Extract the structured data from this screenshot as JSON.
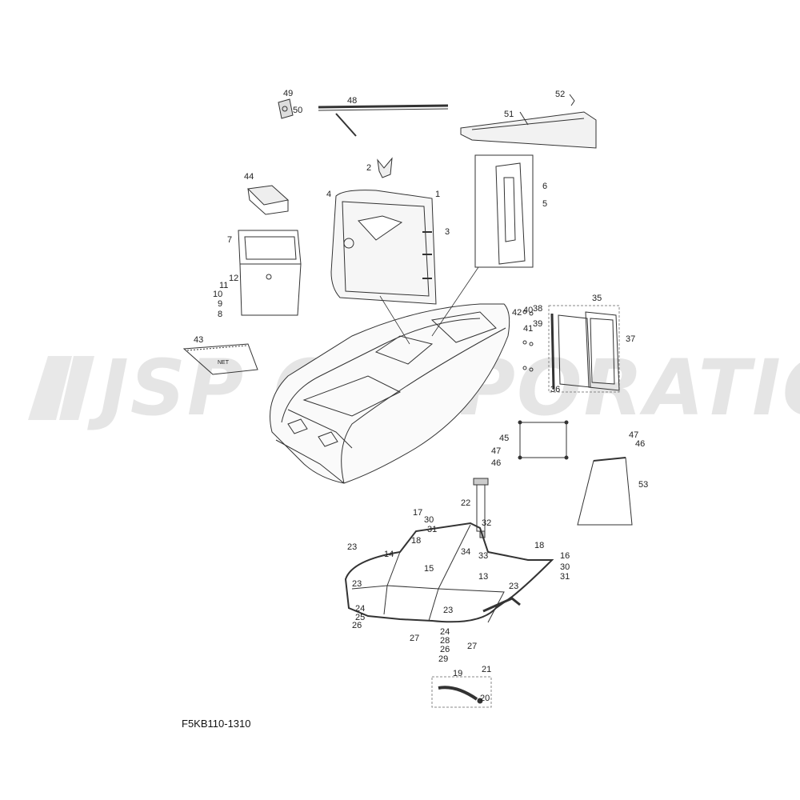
{
  "diagram_code": "F5KB110-1310",
  "watermark": {
    "text": "JSP CORPORATION",
    "color": "#c8c8c8"
  },
  "net_label": "NET",
  "callouts": [
    {
      "id": "c1",
      "text": "1"
    },
    {
      "id": "c2",
      "text": "2"
    },
    {
      "id": "c3",
      "text": "3"
    },
    {
      "id": "c4",
      "text": "4"
    },
    {
      "id": "c5",
      "text": "5"
    },
    {
      "id": "c6",
      "text": "6"
    },
    {
      "id": "c7",
      "text": "7"
    },
    {
      "id": "c8",
      "text": "8"
    },
    {
      "id": "c9",
      "text": "9"
    },
    {
      "id": "c10",
      "text": "10"
    },
    {
      "id": "c11",
      "text": "11"
    },
    {
      "id": "c12",
      "text": "12"
    },
    {
      "id": "c13",
      "text": "13"
    },
    {
      "id": "c14",
      "text": "14"
    },
    {
      "id": "c15",
      "text": "15"
    },
    {
      "id": "c16",
      "text": "16"
    },
    {
      "id": "c17",
      "text": "17"
    },
    {
      "id": "c18a",
      "text": "18"
    },
    {
      "id": "c18b",
      "text": "18"
    },
    {
      "id": "c19",
      "text": "19"
    },
    {
      "id": "c20",
      "text": "20"
    },
    {
      "id": "c21",
      "text": "21"
    },
    {
      "id": "c22",
      "text": "22"
    },
    {
      "id": "c23a",
      "text": "23"
    },
    {
      "id": "c23b",
      "text": "23"
    },
    {
      "id": "c23c",
      "text": "23"
    },
    {
      "id": "c23d",
      "text": "23"
    },
    {
      "id": "c24a",
      "text": "24"
    },
    {
      "id": "c24b",
      "text": "24"
    },
    {
      "id": "c25",
      "text": "25"
    },
    {
      "id": "c26a",
      "text": "26"
    },
    {
      "id": "c26b",
      "text": "26"
    },
    {
      "id": "c27a",
      "text": "27"
    },
    {
      "id": "c27b",
      "text": "27"
    },
    {
      "id": "c28",
      "text": "28"
    },
    {
      "id": "c29",
      "text": "29"
    },
    {
      "id": "c30a",
      "text": "30"
    },
    {
      "id": "c30b",
      "text": "30"
    },
    {
      "id": "c31a",
      "text": "31"
    },
    {
      "id": "c31b",
      "text": "31"
    },
    {
      "id": "c32",
      "text": "32"
    },
    {
      "id": "c33",
      "text": "33"
    },
    {
      "id": "c34",
      "text": "34"
    },
    {
      "id": "c35",
      "text": "35"
    },
    {
      "id": "c36",
      "text": "36"
    },
    {
      "id": "c37",
      "text": "37"
    },
    {
      "id": "c38",
      "text": "38"
    },
    {
      "id": "c39",
      "text": "39"
    },
    {
      "id": "c40",
      "text": "40"
    },
    {
      "id": "c41",
      "text": "41"
    },
    {
      "id": "c42",
      "text": "42"
    },
    {
      "id": "c43",
      "text": "43"
    },
    {
      "id": "c44",
      "text": "44"
    },
    {
      "id": "c45",
      "text": "45"
    },
    {
      "id": "c46a",
      "text": "46"
    },
    {
      "id": "c46b",
      "text": "46"
    },
    {
      "id": "c47a",
      "text": "47"
    },
    {
      "id": "c47b",
      "text": "47"
    },
    {
      "id": "c48",
      "text": "48"
    },
    {
      "id": "c49",
      "text": "49"
    },
    {
      "id": "c50",
      "text": "50"
    },
    {
      "id": "c51",
      "text": "51"
    },
    {
      "id": "c52",
      "text": "52"
    },
    {
      "id": "c53",
      "text": "53"
    }
  ]
}
